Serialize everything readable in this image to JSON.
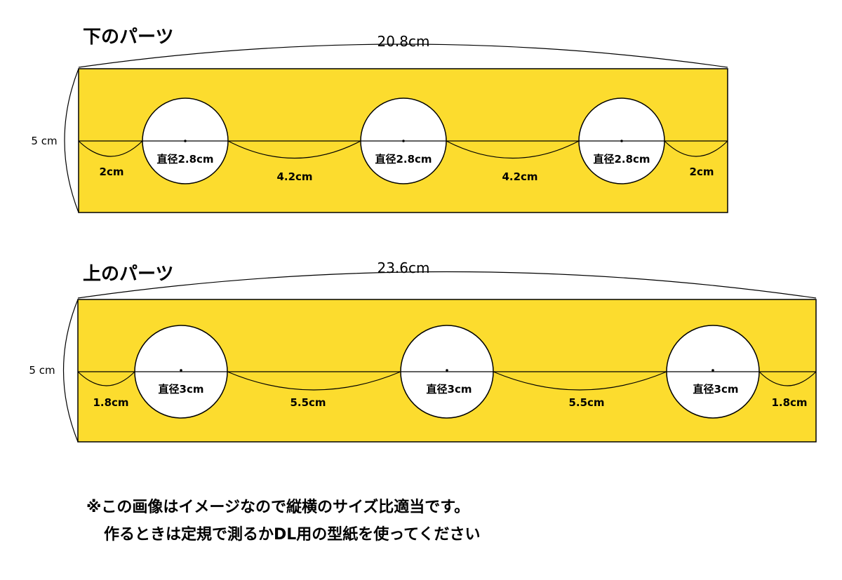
{
  "accent_color": "#fcdc2e",
  "parts": [
    {
      "title": "下のパーツ",
      "length_label": "20.8cm",
      "height_label": "5 cm",
      "hole_labels": [
        "直径2.8cm",
        "直径2.8cm",
        "直径2.8cm"
      ],
      "gap_labels": [
        "2cm",
        "4.2cm",
        "4.2cm",
        "2cm"
      ]
    },
    {
      "title": "上のパーツ",
      "length_label": "23.6cm",
      "height_label": "5 cm",
      "hole_labels": [
        "直径3cm",
        "直径3cm",
        "直径3cm"
      ],
      "gap_labels": [
        "1.8cm",
        "5.5cm",
        "5.5cm",
        "1.8cm"
      ]
    }
  ],
  "note": {
    "line1": "※この画像はイメージなので縦横のサイズ比適当です。",
    "line2": "作るときは定規で測るかDL用の型紙を使ってください"
  }
}
